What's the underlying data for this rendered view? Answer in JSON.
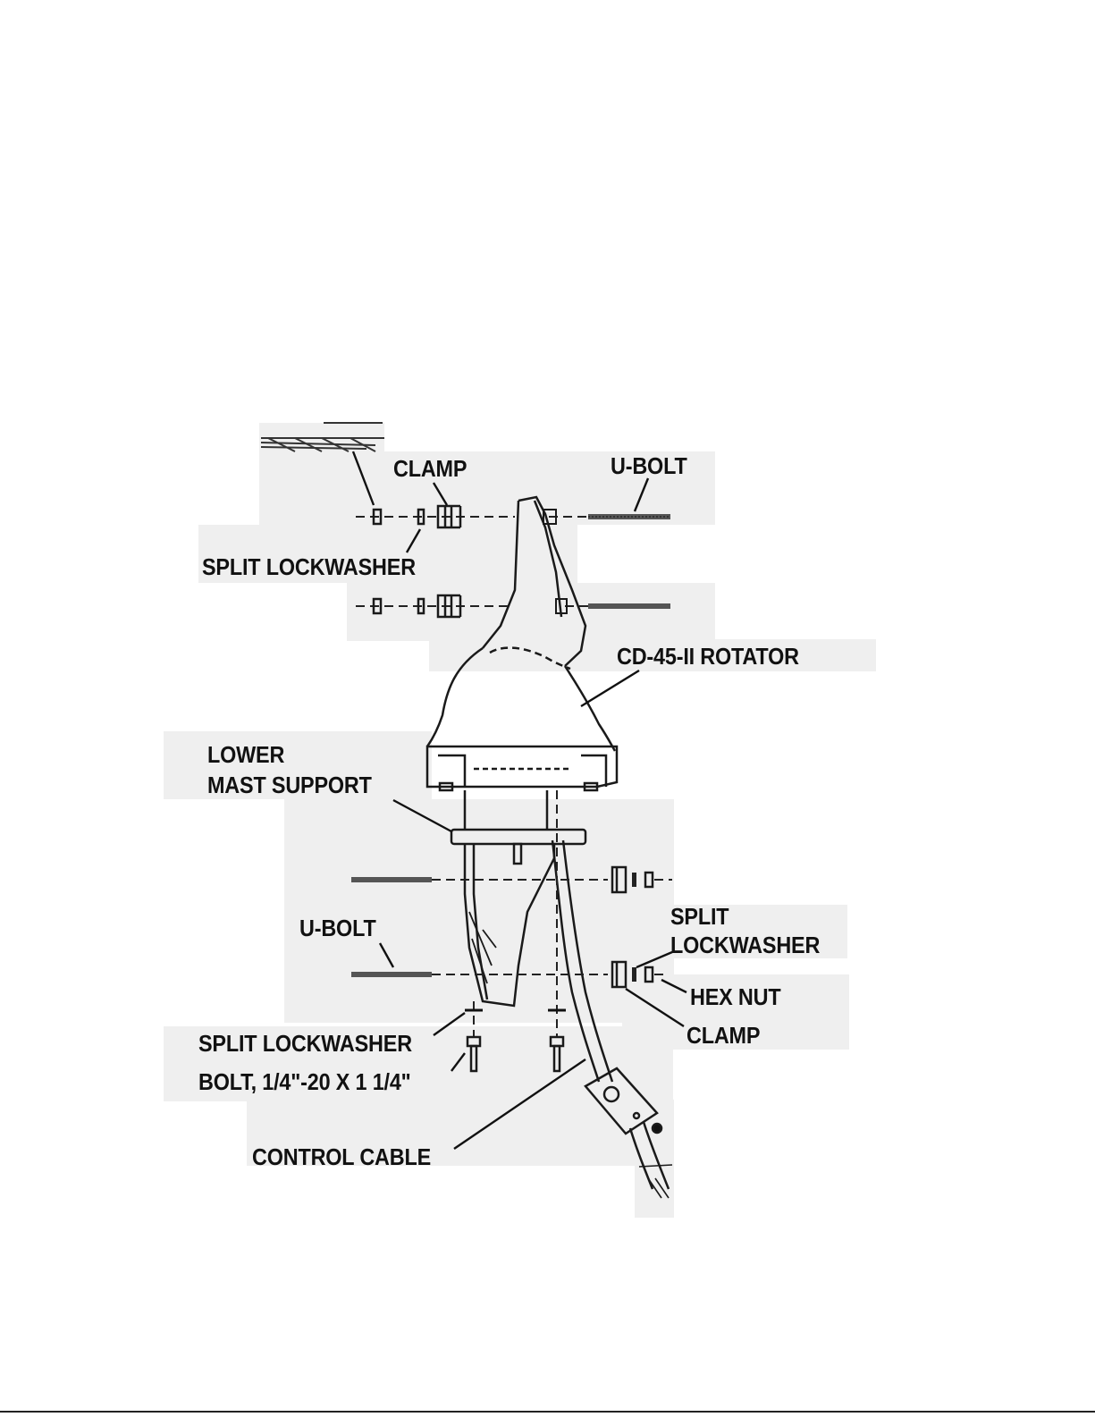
{
  "diagram": {
    "labels": {
      "clamp_top": "CLAMP",
      "ubolt_top": "U-BOLT",
      "split_lockwasher_top": "SPLIT LOCKWASHER",
      "rotator": "CD-45-II ROTATOR",
      "lower_mast_support_line1": "LOWER",
      "lower_mast_support_line2": "MAST SUPPORT",
      "split_right_line1": "SPLIT",
      "split_right_line2": "LOCKWASHER",
      "ubolt_bottom": "U-BOLT",
      "hex_nut": "HEX NUT",
      "clamp_bottom": "CLAMP",
      "split_lockwasher_bottom": "SPLIT LOCKWASHER",
      "bolt": "BOLT, 1/4\"-20 X 1 1/4\"",
      "control_cable": "CONTROL CABLE"
    },
    "colors": {
      "line": "#1a1a1a",
      "label_background": "#efefef",
      "text": "#111111"
    }
  }
}
